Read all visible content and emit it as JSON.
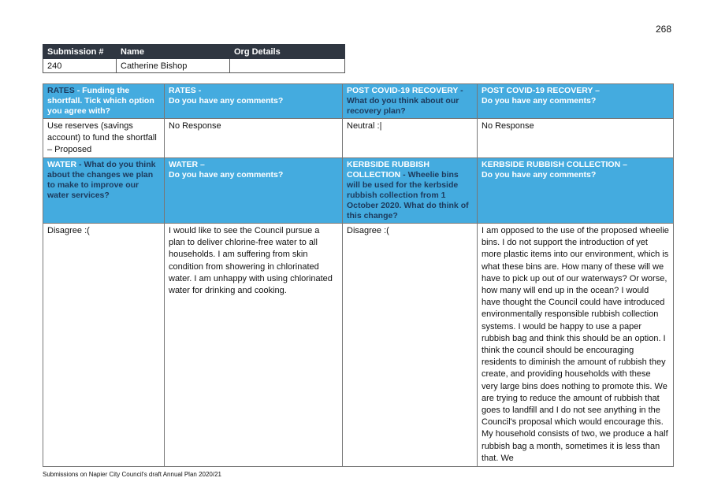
{
  "page_number": "268",
  "submission": {
    "headers": [
      "Submission #",
      "Name",
      "Org Details"
    ],
    "values": [
      "240",
      "Catherine Bishop",
      ""
    ]
  },
  "rates": {
    "q1_lead": "RATES",
    "q1_text": " - Funding the shortfall. Tick which option you agree with?",
    "q2_title": "RATES -",
    "q2_text": "Do you have any comments?",
    "a1": "Use reserves (savings account) to fund the shortfall – Proposed",
    "a2": "No Response"
  },
  "covid": {
    "q1_lead": "POST COVID-19 RECOVERY",
    "q1_text": " - What do you think about our recovery plan?",
    "q2_title": "POST COVID-19 RECOVERY –",
    "q2_text": "Do you have any comments?",
    "a1": "Neutral :|",
    "a2": "No Response"
  },
  "water": {
    "q1_lead": "WATER",
    "q1_text": " - What do you think about the changes we plan to make to improve our water services?",
    "q2_title": "WATER –",
    "q2_text": "Do you have any comments?",
    "a1": "Disagree :(",
    "a2": "I would like to see the Council pursue a plan to deliver chlorine-free water to all households. I am suffering from skin condition from showering in chlorinated water. I am unhappy with using chlorinated water for drinking and cooking."
  },
  "kerbside": {
    "q1_lead": "KERBSIDE RUBBISH COLLECTION",
    "q1_text": " - Wheelie bins will be used for the kerbside rubbish collection from 1 October 2020. What do think of this change?",
    "q2_title": "KERBSIDE RUBBISH COLLECTION –",
    "q2_text": "Do you have any comments?",
    "a1": "Disagree :(",
    "a2": "I am opposed to the use of the proposed wheelie bins. I do not support the introduction of yet more plastic items into our environment, which is what these bins are. How many of these will we have to pick up out of our waterways? Or  worse, how many will end up in the ocean? I would have thought the Council could have introduced environmentally responsible rubbish collection systems. I would be happy to use a paper rubbish bag and think this should be an option. I think the council should be encouraging residents to diminish the amount of rubbish they create, and providing households with these very large bins does nothing to promote this. We are trying to reduce the amount of rubbish that goes to landfill and I do not see anything in the Council's proposal which would encourage this. My household consists of two, we produce a half rubbish bag a month, sometimes it is less than that. We"
  },
  "footer": "Submissions on Napier City Council's draft Annual Plan 2020/21"
}
